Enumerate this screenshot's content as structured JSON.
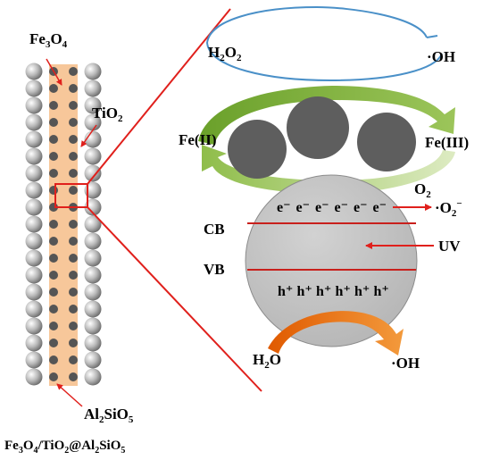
{
  "labels": {
    "fe3o4": {
      "base": "Fe",
      "sub1": "3",
      "mid": "O",
      "sub2": "4"
    },
    "tio2": {
      "base": "TiO",
      "sub": "2"
    },
    "al2sio5": {
      "a": "Al",
      "s1": "2",
      "b": "SiO",
      "s2": "5"
    },
    "composite": {
      "a": "Fe",
      "s1": "3",
      "b": "O",
      "s2": "4",
      "c": "/TiO",
      "s3": "2",
      "d": "@Al",
      "s4": "2",
      "e": "SiO",
      "s5": "5"
    },
    "h2o2": {
      "a": "H",
      "s1": "2",
      "b": "O",
      "s2": "2"
    },
    "oh_top": "·OH",
    "fe2": "Fe(II)",
    "fe3": "Fe(III)",
    "o2": {
      "a": "O",
      "s": "2"
    },
    "superoxide": {
      "a": "·O",
      "s": "2",
      "sup": "−"
    },
    "electrons": [
      "e⁻",
      "e⁻",
      "e⁻",
      "e⁻",
      "e⁻",
      "e⁻"
    ],
    "cb": "CB",
    "vb": "VB",
    "uv": "UV",
    "holes": [
      "h⁺",
      "h⁺",
      "h⁺",
      "h⁺",
      "h⁺",
      "h⁺"
    ],
    "h2o": {
      "a": "H",
      "s": "2",
      "b": "O"
    },
    "oh_bottom": "·OH"
  },
  "colors": {
    "red": "#e0201c",
    "blue": "#4a90c8",
    "green_dark": "#6aa02a",
    "green_light": "#c8de98",
    "orange": "#e86a0a",
    "rod": "#f7c79a",
    "particle_dark": "#5e5e5e",
    "sphere": "#c4c4c4"
  }
}
